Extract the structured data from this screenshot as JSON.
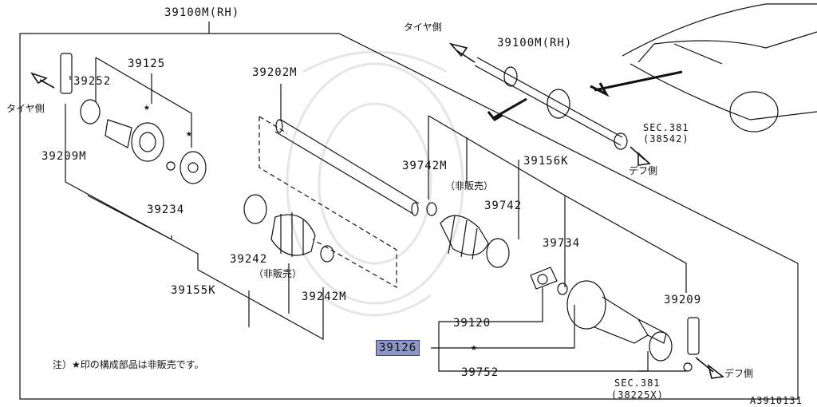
{
  "labels": {
    "top_assembly": "39100M(RH)",
    "inset_assembly": "39100M(RH)",
    "outer_joint_set": "39125",
    "boot_band_left": "39252",
    "outer_joint_assy": "39209M",
    "snap_ring": "39234",
    "shaft": "39202M",
    "boot_band_a": "39242",
    "not_sold_left": "（非販売）",
    "boot_kit_outer": "39155K",
    "boot_band_b": "39242M",
    "boot_inner_m": "39742M",
    "not_sold_right": "（非販売）",
    "boot_band_inner": "39742",
    "boot_kit_inner": "39156K",
    "inner_clip": "39734",
    "spider": "39120",
    "inner_joint": "39126",
    "inner_housing": "39752",
    "dust_cover": "39209",
    "sec381_a": "SEC.381",
    "sec381_a_ref": "(38542)",
    "sec381_b": "SEC.381",
    "sec381_b_ref": "(38225X)",
    "tire_side_left": "タイヤ側",
    "tire_side_top": "タイヤ側",
    "diff_side_top": "デフ側",
    "diff_side_bottom": "デフ側",
    "footnote": "注）★印の構成部品は非販売です。",
    "diagram_code": "A3910131"
  },
  "highlight_color": "#8e96c8"
}
